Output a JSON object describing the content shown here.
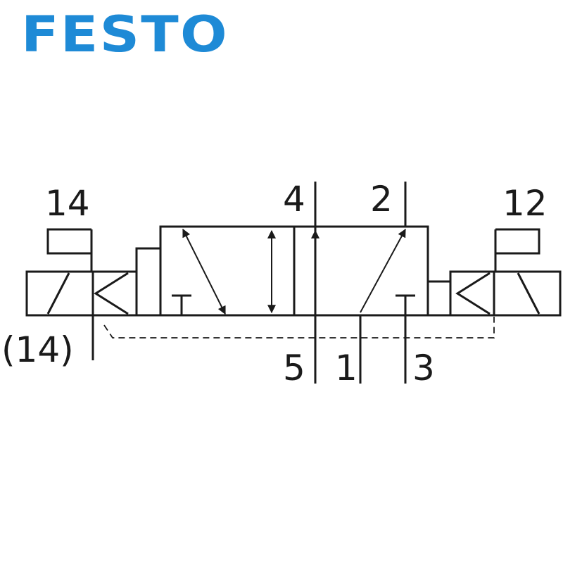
{
  "brand": {
    "logo_text": "FESTO",
    "color": "#1e8ad6"
  },
  "symbol": {
    "port_labels": {
      "pilot_14": "14",
      "pilot_12": "12",
      "manual_14": "(14)",
      "port_4": "4",
      "port_2": "2",
      "port_5": "5",
      "port_1": "1",
      "port_3": "3"
    },
    "line_color": "#1a1a1a"
  }
}
